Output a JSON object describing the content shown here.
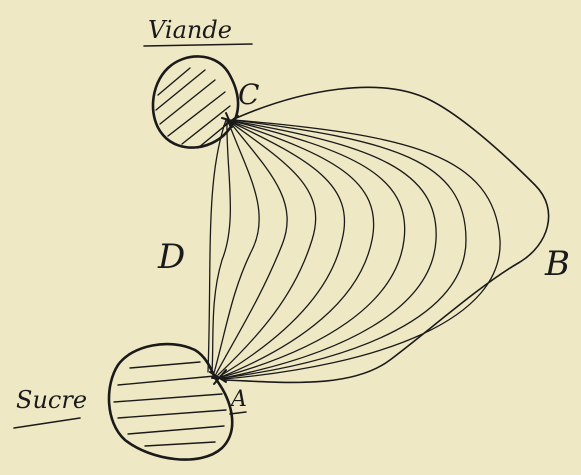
{
  "labels": {
    "top_blob": "Viande",
    "bottom_blob": "Sucre",
    "point_c": "C",
    "point_a": "A",
    "point_b": "B",
    "point_d": "D"
  },
  "colors": {
    "paper": "#efe8c4",
    "ink": "#1a1a1a"
  }
}
